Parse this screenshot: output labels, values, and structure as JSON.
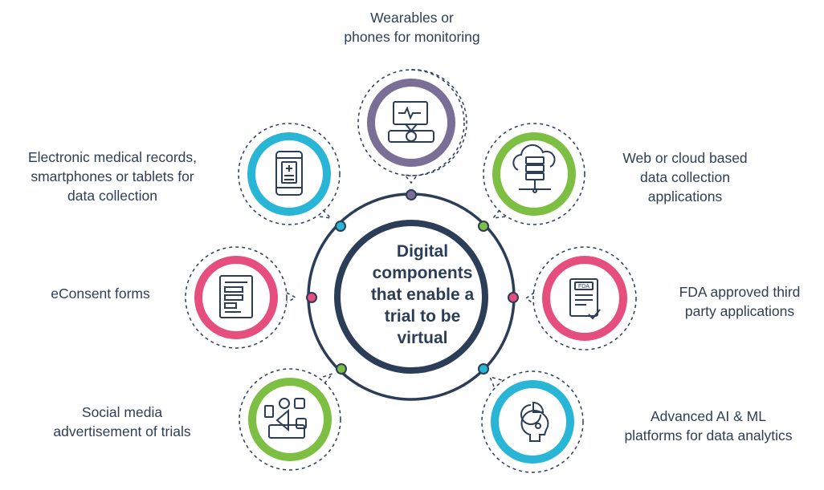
{
  "center": {
    "lines": [
      "Digital",
      "components",
      "that enable a",
      "trial to be",
      "virtual"
    ]
  },
  "colors": {
    "navy": "#2c3d58",
    "purple": "#7a6f96",
    "green": "#7cbf43",
    "cyan": "#29b6d6",
    "pink": "#e64f7d"
  },
  "components": [
    {
      "id": "wearables",
      "icon": "smartwatch-heart-icon",
      "color": "purple",
      "label_lines": [
        "Wearables  or",
        "phones  for monitoring"
      ]
    },
    {
      "id": "cloud",
      "icon": "cloud-server-icon",
      "color": "green",
      "label_lines": [
        "Web or cloud based",
        "data collection",
        "applications"
      ]
    },
    {
      "id": "fda",
      "icon": "fda-document-icon",
      "color": "pink",
      "label_lines": [
        "FDA approved third",
        "party applications"
      ]
    },
    {
      "id": "ai",
      "icon": "ai-head-chart-icon",
      "color": "cyan",
      "label_lines": [
        "Advanced AI & ML",
        "platforms for data analytics"
      ]
    },
    {
      "id": "social",
      "icon": "megaphone-social-icon",
      "color": "green",
      "label_lines": [
        "Social media",
        "advertisement of trials"
      ]
    },
    {
      "id": "econsent",
      "icon": "consent-form-icon",
      "color": "pink",
      "label_lines": [
        "eConsent forms"
      ]
    },
    {
      "id": "emr",
      "icon": "tablet-medical-record-icon",
      "color": "cyan",
      "label_lines": [
        "Electronic medical records,",
        "smartphones or tablets for",
        "data collection"
      ]
    }
  ]
}
